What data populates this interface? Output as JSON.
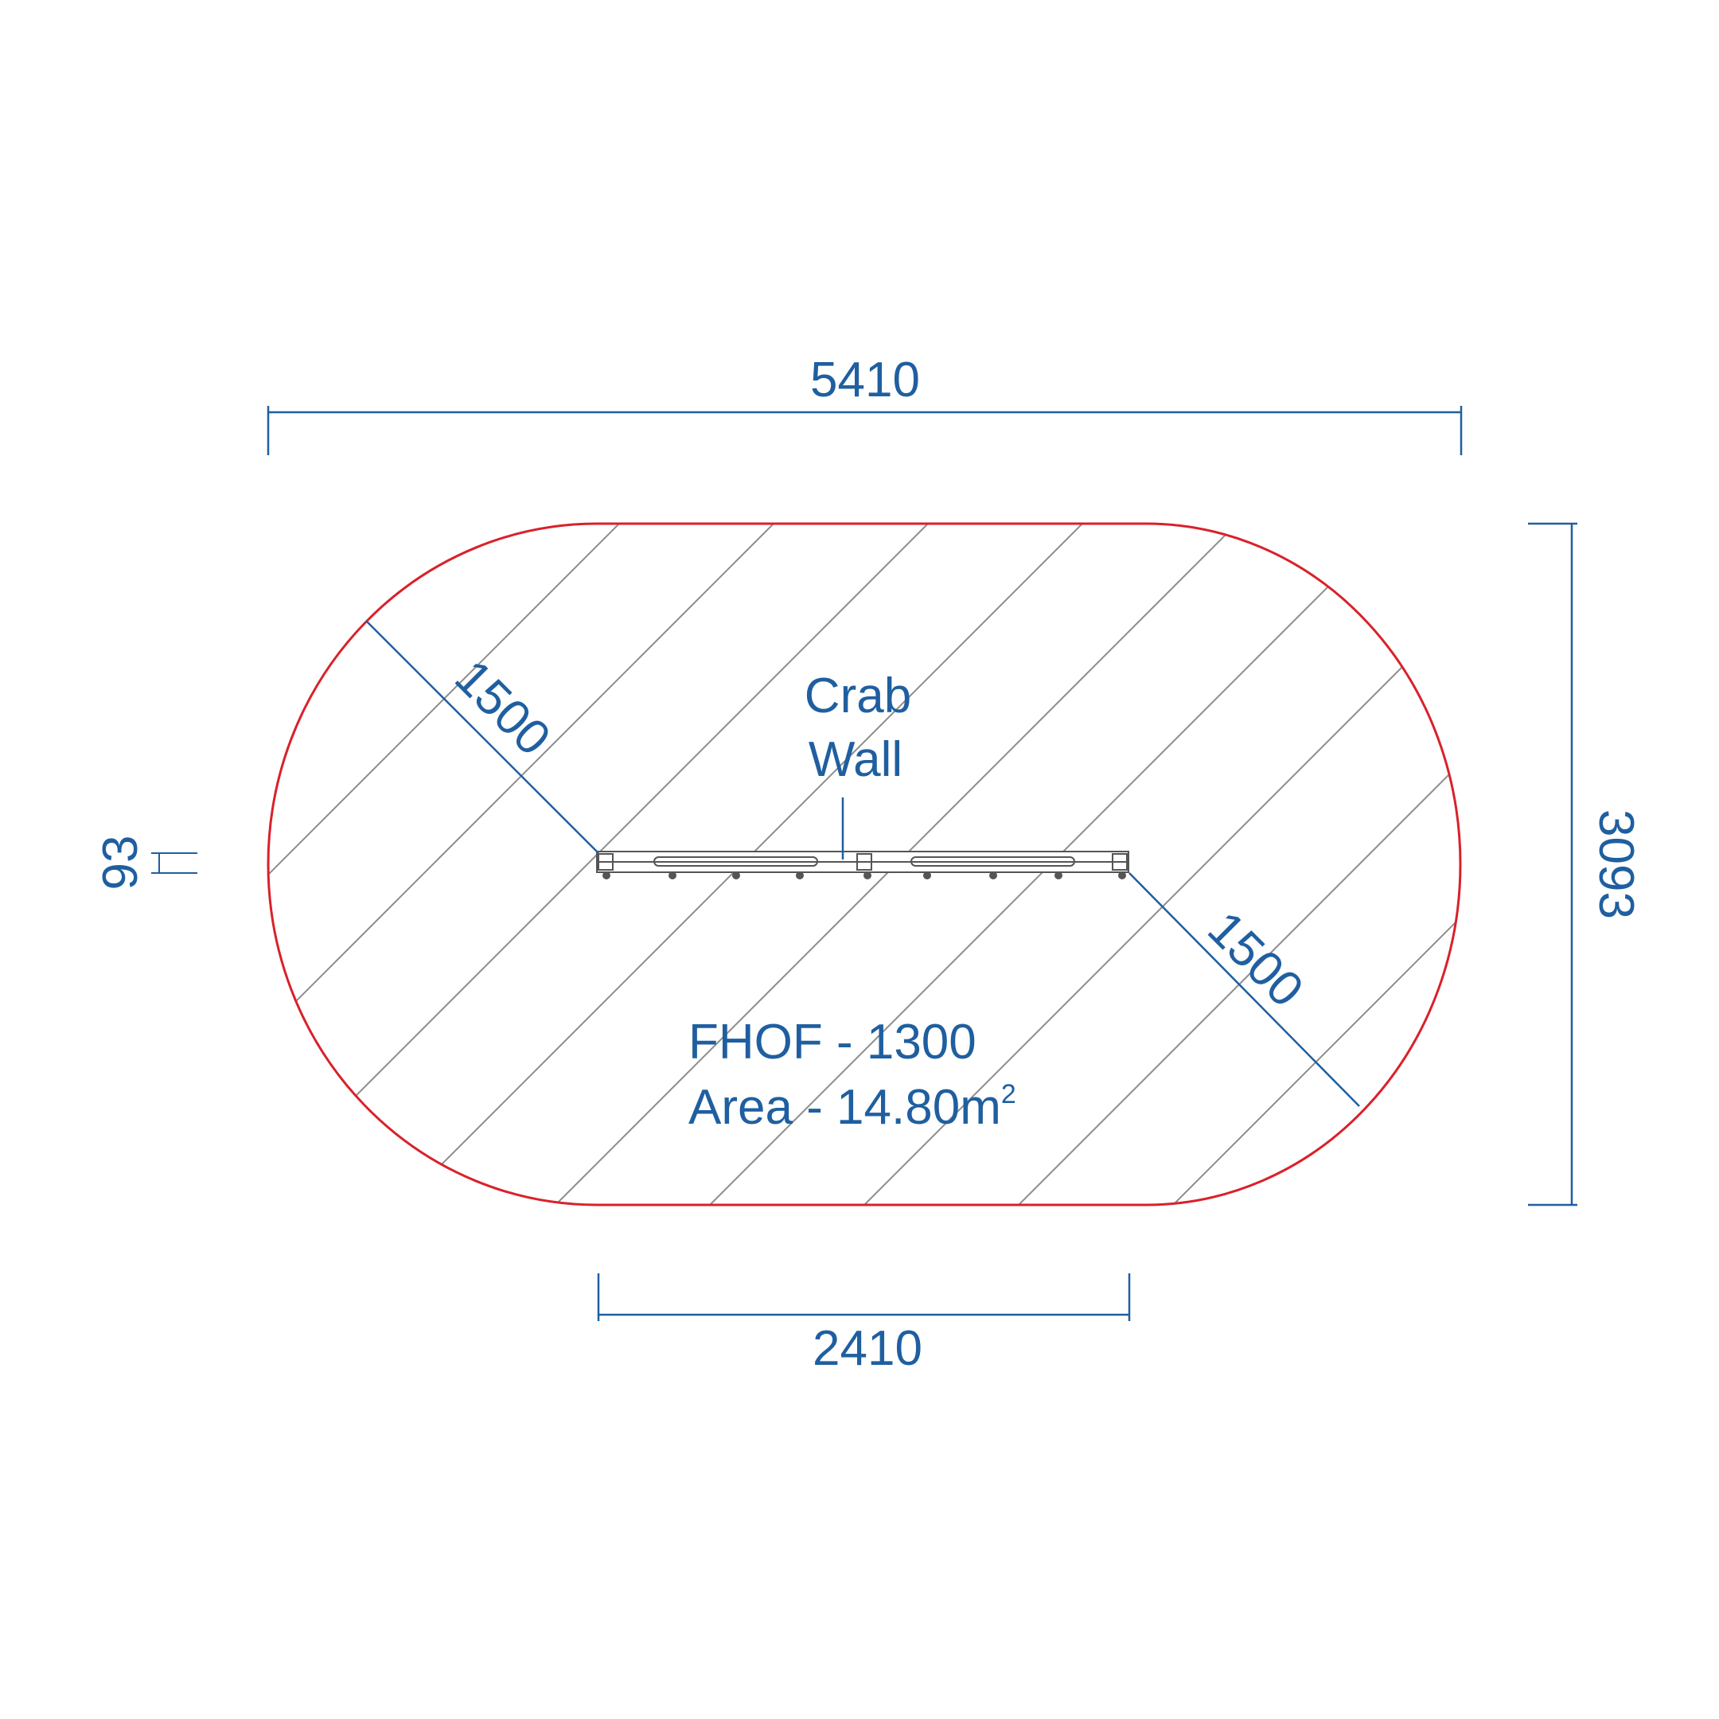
{
  "colors": {
    "dimension": "#1f5fa0",
    "boundary": "#d9212a",
    "hatch": "#8c8c8c",
    "equipment": "#555555",
    "background": "#ffffff"
  },
  "dimensions": {
    "overall_width": "5410",
    "overall_depth": "3093",
    "equipment_length": "2410",
    "equipment_width": "93",
    "clearance_left": "1500",
    "clearance_right": "1500"
  },
  "labels": {
    "equipment_line1": "Crab",
    "equipment_line2": "Wall",
    "fall_height": "FHOF - 1300",
    "area_prefix": "Area - 14.80m",
    "area_superscript": "2"
  }
}
